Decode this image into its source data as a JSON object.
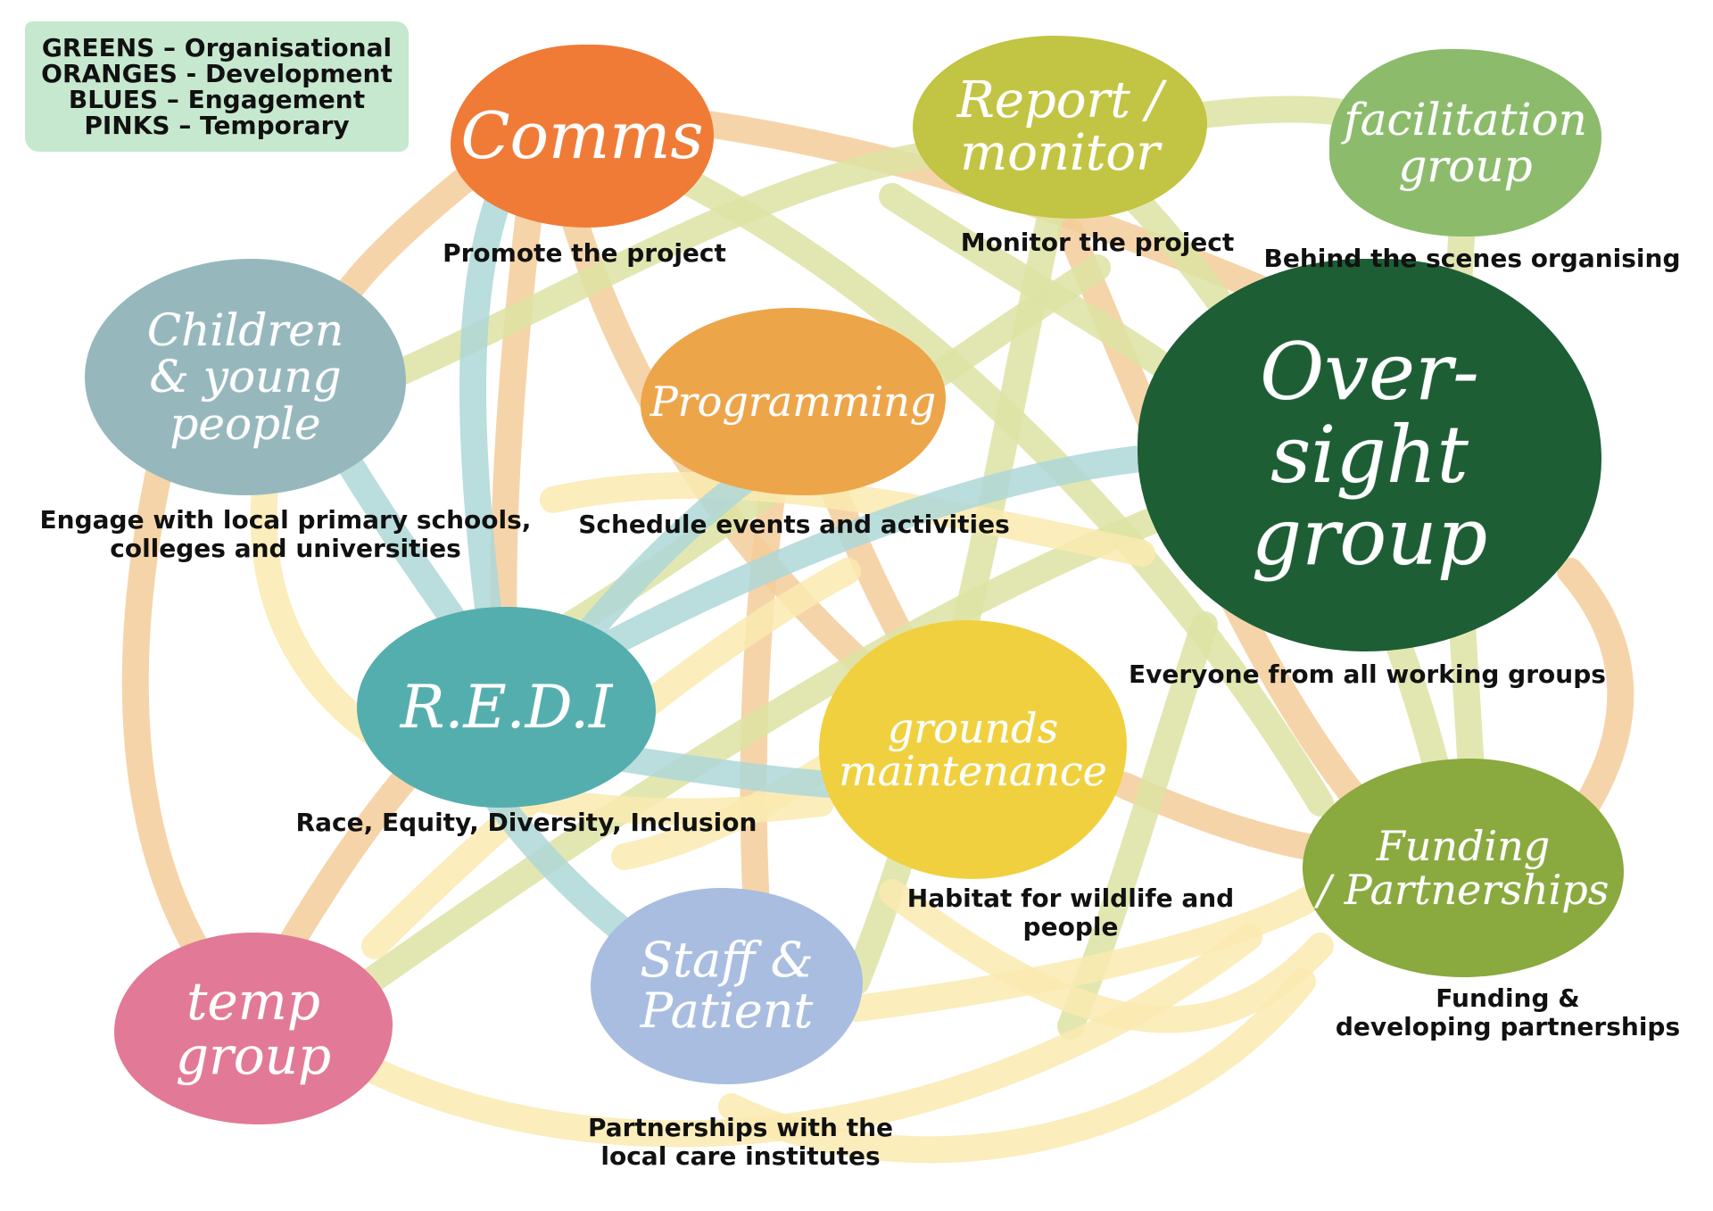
{
  "legend": {
    "lines": [
      "GREENS – Organisational",
      "ORANGES - Development",
      "BLUES – Engagement",
      "PINKS – Temporary"
    ]
  },
  "colors": {
    "comms": "#ef7b37",
    "report": "#c2c443",
    "facilitation": "#8cbb6c",
    "children": "#96b8bd",
    "programming": "#eda54a",
    "oversight": "#1d5e35",
    "redi": "#55aeae",
    "grounds": "#f0d03f",
    "funding": "#8aa93e",
    "temp": "#e27996",
    "staff": "#a8bde0",
    "legend_bg": "#c6e8cf",
    "link_orange": "#f5cd9a",
    "link_green": "#dde3a3",
    "link_yellow": "#faeab0",
    "link_blue": "#aed7d8"
  },
  "groups": {
    "comms": {
      "label": "Comms",
      "caption": [
        "Promote the project"
      ]
    },
    "report": {
      "label": "Report /\nmonitor",
      "caption": [
        "Monitor the project"
      ]
    },
    "facilitation": {
      "label": "facilitation\ngroup",
      "caption": [
        "Behind the scenes organising"
      ]
    },
    "children": {
      "label": "Children\n& young\npeople",
      "caption": [
        "Engage with local primary schools,",
        "colleges and universities"
      ]
    },
    "programming": {
      "label": "Programming",
      "caption": [
        "Schedule events and activities"
      ]
    },
    "oversight": {
      "label": "Over-\nsight\ngroup",
      "caption": [
        "Everyone from all working groups"
      ]
    },
    "redi": {
      "label": "R.E.D.I",
      "caption": [
        "Race, Equity, Diversity, Inclusion"
      ]
    },
    "grounds": {
      "label": "grounds\nmaintenance",
      "caption": [
        "Habitat for wildlife and",
        "people"
      ]
    },
    "funding": {
      "label": "Funding\n/ Partnerships",
      "caption": [
        "Funding &",
        "developing partnerships"
      ]
    },
    "temp": {
      "label": "temp\ngroup",
      "caption": []
    },
    "staff": {
      "label": "Staff &\nPatient",
      "caption": [
        "Partnerships with the",
        "local care institutes"
      ]
    }
  }
}
